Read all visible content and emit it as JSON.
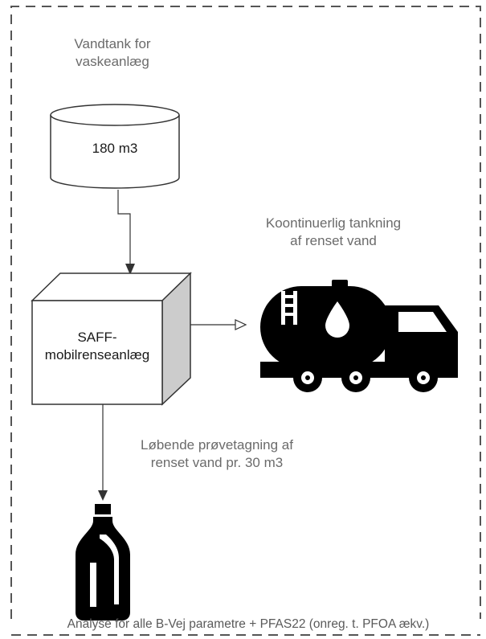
{
  "tank": {
    "caption_line1": "Vandtank for",
    "caption_line2": "vaskeanlæg",
    "volume": "180 m3"
  },
  "plant": {
    "label_line1": "SAFF-",
    "label_line2": "mobilrenseanlæg"
  },
  "truck": {
    "caption_line1": "Koontinuerlig tankning",
    "caption_line2": "af renset vand"
  },
  "sampling": {
    "caption_line1": "Løbende prøvetagning af",
    "caption_line2": "renset vand pr. 30 m3"
  },
  "footer": {
    "text": "Analyse for alle B-Vej parametre + PFAS22 (onreg. t. PFOA ækv.)"
  },
  "colors": {
    "border": "#555555",
    "icon": "#000000",
    "text": "#6b6b6b",
    "box_side": "#cccccc"
  }
}
